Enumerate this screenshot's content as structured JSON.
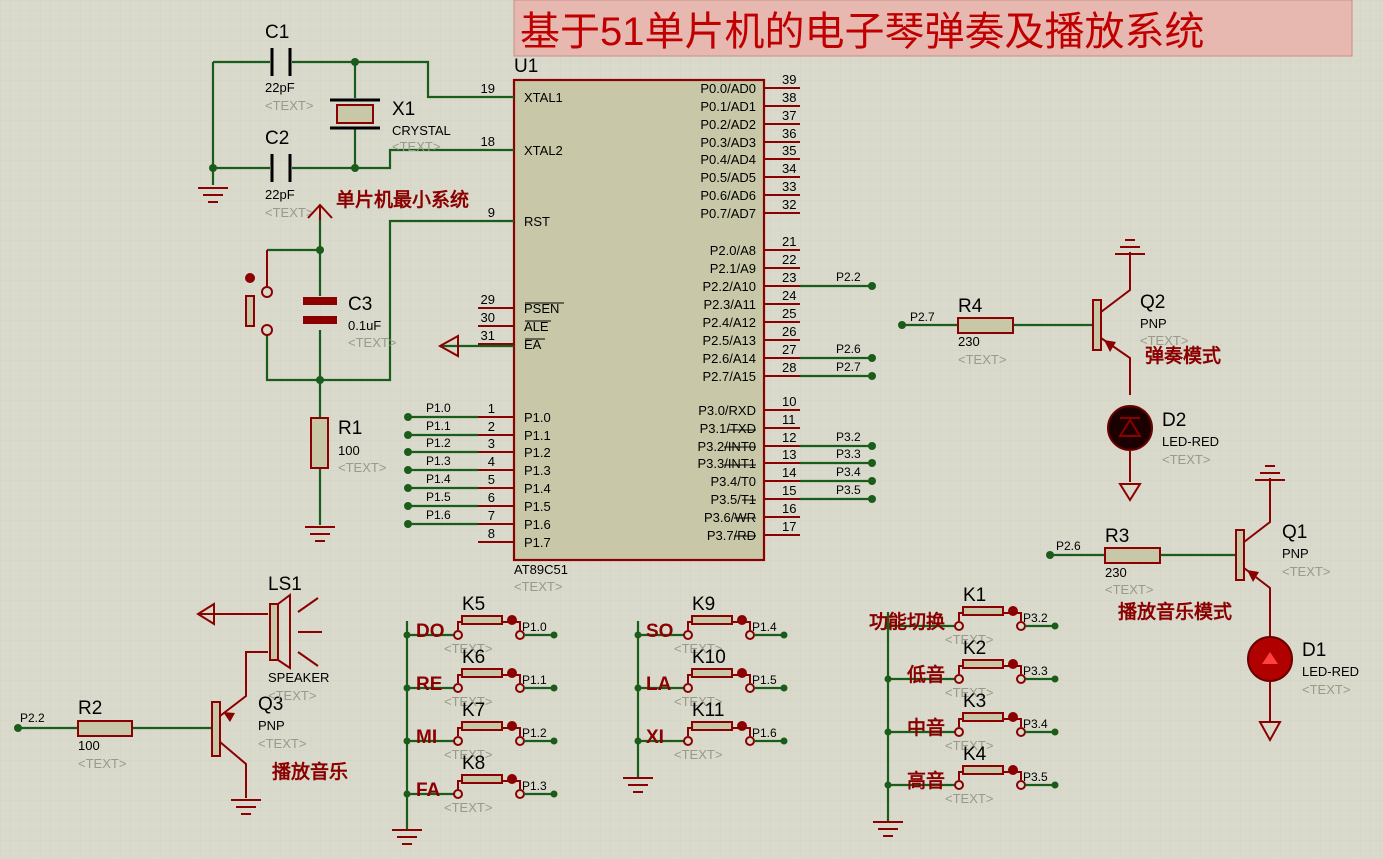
{
  "title": "基于51单片机的电子琴弹奏及播放系统",
  "mcu": {
    "ref": "U1",
    "part": "AT89C51",
    "text": "<TEXT>",
    "left_pins": [
      {
        "num": "19",
        "name": "XTAL1"
      },
      {
        "num": "18",
        "name": "XTAL2"
      },
      {
        "num": "9",
        "name": "RST"
      },
      {
        "num": "29",
        "name": "PSEN"
      },
      {
        "num": "30",
        "name": "ALE"
      },
      {
        "num": "31",
        "name": "EA"
      },
      {
        "num": "1",
        "name": "P1.0"
      },
      {
        "num": "2",
        "name": "P1.1"
      },
      {
        "num": "3",
        "name": "P1.2"
      },
      {
        "num": "4",
        "name": "P1.3"
      },
      {
        "num": "5",
        "name": "P1.4"
      },
      {
        "num": "6",
        "name": "P1.5"
      },
      {
        "num": "7",
        "name": "P1.6"
      },
      {
        "num": "8",
        "name": "P1.7"
      }
    ],
    "right_pins": [
      {
        "num": "39",
        "name": "P0.0/AD0"
      },
      {
        "num": "38",
        "name": "P0.1/AD1"
      },
      {
        "num": "37",
        "name": "P0.2/AD2"
      },
      {
        "num": "36",
        "name": "P0.3/AD3"
      },
      {
        "num": "35",
        "name": "P0.4/AD4"
      },
      {
        "num": "34",
        "name": "P0.5/AD5"
      },
      {
        "num": "33",
        "name": "P0.6/AD6"
      },
      {
        "num": "32",
        "name": "P0.7/AD7"
      },
      {
        "num": "21",
        "name": "P2.0/A8"
      },
      {
        "num": "22",
        "name": "P2.1/A9"
      },
      {
        "num": "23",
        "name": "P2.2/A10"
      },
      {
        "num": "24",
        "name": "P2.3/A11"
      },
      {
        "num": "25",
        "name": "P2.4/A12"
      },
      {
        "num": "26",
        "name": "P2.5/A13"
      },
      {
        "num": "27",
        "name": "P2.6/A14"
      },
      {
        "num": "28",
        "name": "P2.7/A15"
      },
      {
        "num": "10",
        "name": "P3.0/RXD"
      },
      {
        "num": "11",
        "name": "P3.1/TXD"
      },
      {
        "num": "12",
        "name": "P3.2/INT0"
      },
      {
        "num": "13",
        "name": "P3.3/INT1"
      },
      {
        "num": "14",
        "name": "P3.4/T0"
      },
      {
        "num": "15",
        "name": "P3.5/T1"
      },
      {
        "num": "16",
        "name": "P3.6/WR"
      },
      {
        "num": "17",
        "name": "P3.7/RD"
      }
    ],
    "left_nets": [
      "P1.0",
      "P1.1",
      "P1.2",
      "P1.3",
      "P1.4",
      "P1.5",
      "P1.6"
    ],
    "right_nets": [
      "P2.2",
      "P2.6",
      "P2.7",
      "P3.2",
      "P3.3",
      "P3.4",
      "P3.5"
    ]
  },
  "components": {
    "c1": {
      "ref": "C1",
      "value": "22pF",
      "text": "<TEXT>"
    },
    "c2": {
      "ref": "C2",
      "value": "22pF",
      "text": "<TEXT>"
    },
    "x1": {
      "ref": "X1",
      "value": "CRYSTAL",
      "text": "<TEXT>"
    },
    "c3": {
      "ref": "C3",
      "value": "0.1uF",
      "text": "<TEXT>"
    },
    "r1": {
      "ref": "R1",
      "value": "100",
      "text": "<TEXT>"
    },
    "r2": {
      "ref": "R2",
      "value": "100",
      "text": "<TEXT>",
      "net": "P2.2"
    },
    "r3": {
      "ref": "R3",
      "value": "230",
      "text": "<TEXT>",
      "net": "P2.6"
    },
    "r4": {
      "ref": "R4",
      "value": "230",
      "text": "<TEXT>",
      "net": "P2.7"
    },
    "q1": {
      "ref": "Q1",
      "value": "PNP",
      "text": "<TEXT>"
    },
    "q2": {
      "ref": "Q2",
      "value": "PNP",
      "text": "<TEXT>"
    },
    "q3": {
      "ref": "Q3",
      "value": "PNP",
      "text": "<TEXT>"
    },
    "d1": {
      "ref": "D1",
      "value": "LED-RED",
      "text": "<TEXT>"
    },
    "d2": {
      "ref": "D2",
      "value": "LED-RED",
      "text": "<TEXT>"
    },
    "ls1": {
      "ref": "LS1",
      "value": "SPEAKER",
      "text": "<TEXT>"
    }
  },
  "captions": {
    "min_system": "单片机最小系统",
    "play_mode": "弹奏模式",
    "playback_mode": "播放音乐模式",
    "playback_music": "播放音乐"
  },
  "keys_left": [
    {
      "ref": "K5",
      "note": "DO",
      "net": "P1.0",
      "text": "<TEXT>"
    },
    {
      "ref": "K6",
      "note": "RE",
      "net": "P1.1",
      "text": "<TEXT>"
    },
    {
      "ref": "K7",
      "note": "MI",
      "net": "P1.2",
      "text": "<TEXT>"
    },
    {
      "ref": "K8",
      "note": "FA",
      "net": "P1.3",
      "text": "<TEXT>"
    }
  ],
  "keys_mid": [
    {
      "ref": "K9",
      "note": "SO",
      "net": "P1.4",
      "text": "<TEXT>"
    },
    {
      "ref": "K10",
      "note": "LA",
      "net": "P1.5",
      "text": "<TEXT>"
    },
    {
      "ref": "K11",
      "note": "XI",
      "net": "P1.6",
      "text": "<TEXT>"
    }
  ],
  "keys_right": [
    {
      "ref": "K1",
      "note": "功能切换",
      "net": "P3.2",
      "text": "<TEXT>"
    },
    {
      "ref": "K2",
      "note": "低音",
      "net": "P3.3",
      "text": "<TEXT>"
    },
    {
      "ref": "K3",
      "note": "中音",
      "net": "P3.4",
      "text": "<TEXT>"
    },
    {
      "ref": "K4",
      "note": "高音",
      "net": "P3.5",
      "text": "<TEXT>"
    }
  ]
}
